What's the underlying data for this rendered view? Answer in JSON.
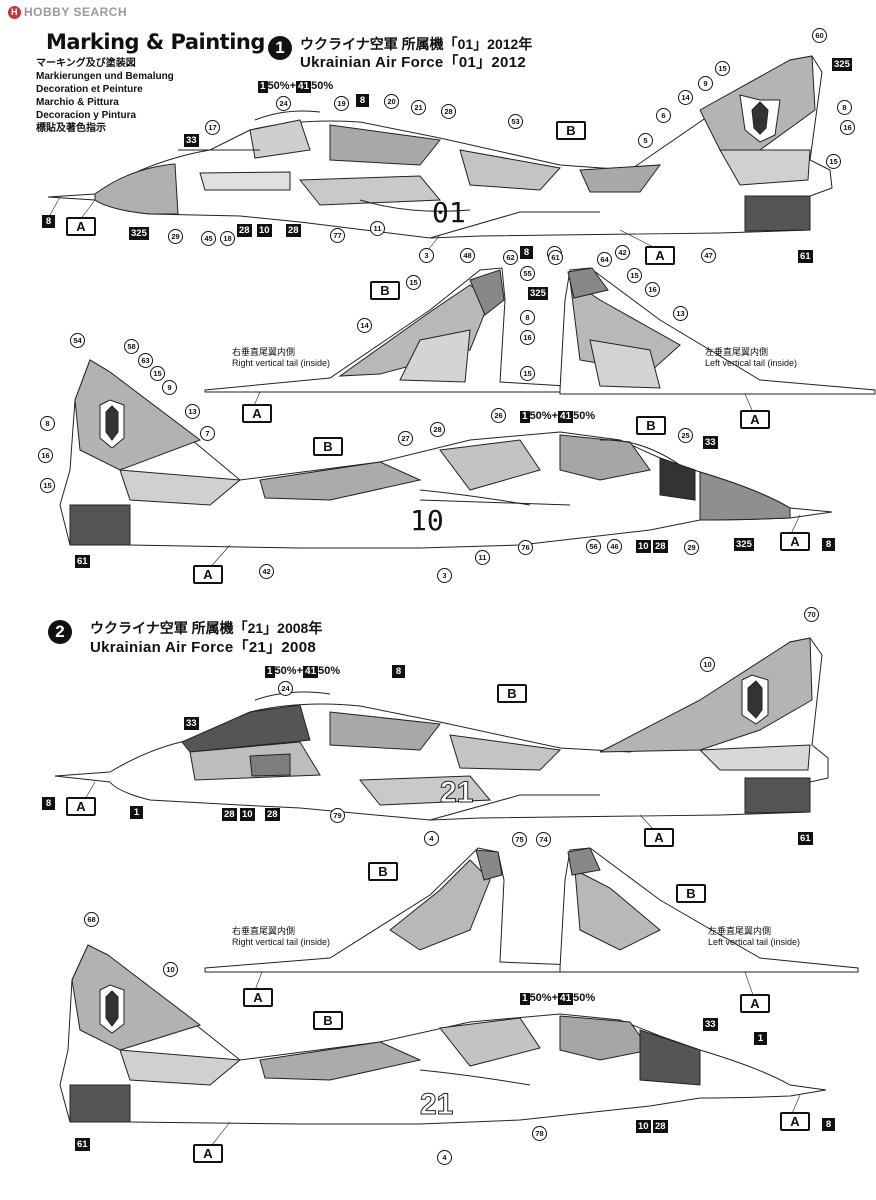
{
  "site_logo": "HOBBY SEARCH",
  "heading": {
    "title": "Marking & Painting",
    "subtitles": [
      "マーキング及び塗装図",
      "Markierungen und Bemalung",
      "Decoration et Peinture",
      "Marchio & Pittura",
      "Decoracion y Pintura",
      "標貼及著色指示"
    ]
  },
  "schemes": [
    {
      "index": "1",
      "title_jp": "ウクライナ空軍 所属機「01」2012年",
      "title_en": "Ukrainian Air Force「01」2012",
      "serial": "01",
      "serial_reversed": "10"
    },
    {
      "index": "2",
      "title_jp": "ウクライナ空軍 所属機「21」2008年",
      "title_en": "Ukrainian Air Force「21」2008",
      "serial": "21",
      "serial_reversed": "21"
    }
  ],
  "mix": {
    "a": "1",
    "a_pct": "50%",
    "plus": "+",
    "b": "41",
    "b_pct": "50%"
  },
  "tail_labels": {
    "right_jp": "右垂直尾翼内側",
    "right_en": "Right vertical tail (inside)",
    "left_jp": "左垂直尾翼内側",
    "left_en": "Left vertical tail (inside)"
  },
  "color_letters": {
    "a": "A",
    "b": "B"
  },
  "color_squares": {
    "c8": "8",
    "c325": "325",
    "c33": "33",
    "c28": "28",
    "c10": "10",
    "c61": "61",
    "c1": "1"
  },
  "callouts": {
    "n3": "3",
    "n4": "4",
    "n5": "5",
    "n6": "6",
    "n7": "7",
    "n8": "8",
    "n9": "9",
    "n10": "10",
    "n11": "11",
    "n13": "13",
    "n14": "14",
    "n15": "15",
    "n16": "16",
    "n17": "17",
    "n18": "18",
    "n19": "19",
    "n20": "20",
    "n21": "21",
    "n24": "24",
    "n25": "25",
    "n26": "26",
    "n27": "27",
    "n28": "28",
    "n29": "29",
    "n42": "42",
    "n45": "45",
    "n46": "46",
    "n47": "47",
    "n48": "48",
    "n49": "49",
    "n53": "53",
    "n54": "54",
    "n55": "55",
    "n56": "56",
    "n58": "58",
    "n60": "60",
    "n61": "61",
    "n62": "62",
    "n63": "63",
    "n64": "64",
    "n68": "68",
    "n70": "70",
    "n74": "74",
    "n75": "75",
    "n76": "76",
    "n77": "77",
    "n78": "78",
    "n79": "79"
  }
}
